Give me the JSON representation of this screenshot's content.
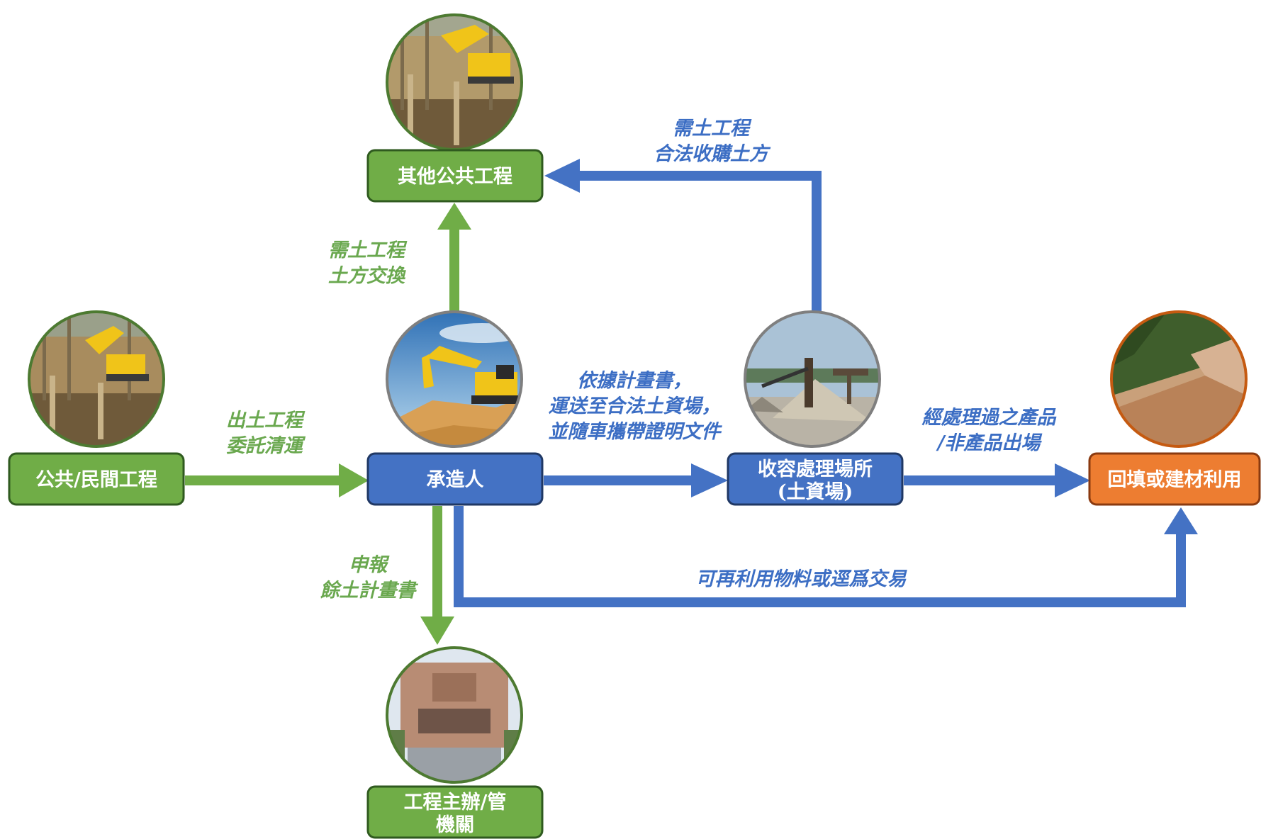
{
  "colors": {
    "green": "#70ad47",
    "green_border": "#2f5a1f",
    "blue": "#4472c4",
    "blue_border": "#203864",
    "orange": "#ed7d31",
    "orange_border": "#8a3a10",
    "green_label": "#6aa84f",
    "blue_label": "#3c6ec4"
  },
  "nodes": {
    "public_private": "公共/民間工程",
    "other_public": "其他公共工程",
    "contractor": "承造人",
    "facility_line1": "收容處理場所",
    "facility_line2": "(土資場)",
    "backfill": "回填或建材利用",
    "authority_line1": "工程主辦/管",
    "authority_line2": "機關"
  },
  "labels": {
    "outbound_1": "出土工程",
    "outbound_2": "委託清運",
    "exchange_1": "需土工程",
    "exchange_2": "土方交換",
    "purchase_1": "需土工程",
    "purchase_2": "合法收購土方",
    "transport_1": "依據計畫書，",
    "transport_2": "運送至合法土資場，",
    "transport_3": "並隨車攜帶證明文件",
    "product_1": "經處理過之產品",
    "product_2": "/非產品出場",
    "report_1": "申報",
    "report_2": "餘土計畫書",
    "reuse": "可再利用物料或逕爲交易"
  }
}
